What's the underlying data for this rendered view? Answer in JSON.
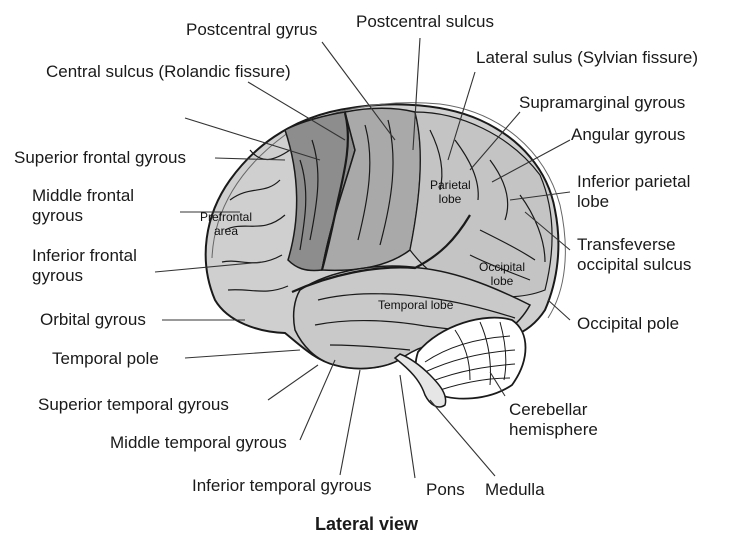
{
  "labels": {
    "postcentral_gyrus": "Postcentral gyrus",
    "postcentral_sulcus": "Postcentral sulcus",
    "central_sulcus": "Central sulcus (Rolandic fissure)",
    "lateral_sulus": "Lateral sulus (Sylvian fissure)",
    "supramarginal_gyrous": "Supramarginal gyrous",
    "angular_gyrous": "Angular gyrous",
    "superior_frontal_gyrous": "Superior frontal gyrous",
    "inferior_parietal_lobe": "Inferior parietal lobe",
    "middle_frontal_gyrous": "Middle frontal gyrous",
    "transfeverse_occipital_sulcus": "Transfeverse occipital sulcus",
    "inferior_frontal_gyrous": "Inferior frontal gyrous",
    "orbital_gyrous": "Orbital gyrous",
    "occipital_pole": "Occipital pole",
    "temporal_pole": "Temporal pole",
    "superior_temporal_gyrous": "Superior temporal gyrous",
    "cerebellar_hemisphere": "Cerebellar hemisphere",
    "middle_temporal_gyrous": "Middle temporal gyrous",
    "inferior_temporal_gyrous": "Inferior temporal gyrous",
    "pons": "Pons",
    "medulla": "Medulla"
  },
  "inner_labels": {
    "prefrontal_area": "Prefrontal area",
    "parietal_lobe": "Parietal lobe",
    "occipital_lobe": "Occipital lobe",
    "temporal_lobe": "Temporal lobe"
  },
  "caption": "Lateral view",
  "colors": {
    "frontal": "#cfcfcf",
    "precentral": "#8d8d8d",
    "postcentral": "#a9a9a9",
    "parietal": "#c4c4c4",
    "temporal": "#c9c9c9",
    "cerebellum": "#ffffff",
    "outline": "#1a1a1a"
  }
}
